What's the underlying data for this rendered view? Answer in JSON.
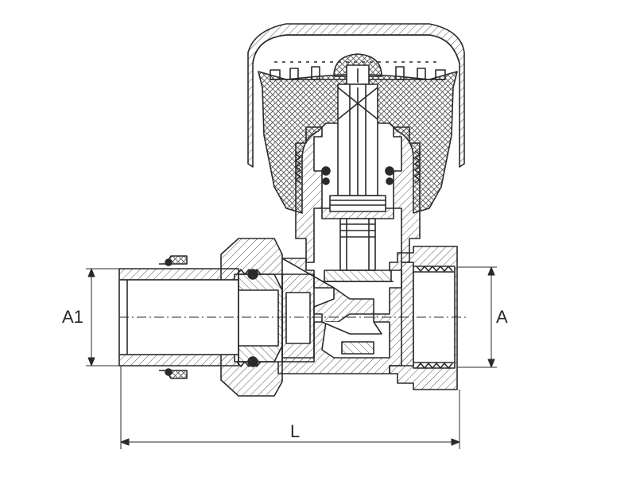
{
  "labels": {
    "left_port": "A1",
    "right_port": "A",
    "length": "L"
  },
  "colors": {
    "line": "#2a2a2a",
    "hatch": "#555555",
    "background": "#ffffff"
  }
}
